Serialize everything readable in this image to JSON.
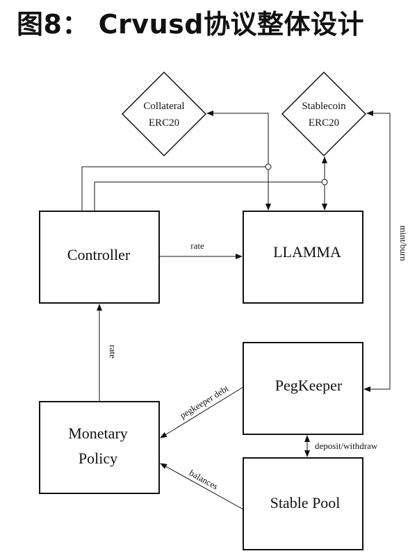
{
  "figure": {
    "title": "图8： Crvusd协议整体设计"
  },
  "nodes": {
    "collateral": {
      "line1": "Collateral",
      "line2": "ERC20"
    },
    "stablecoin": {
      "line1": "Stablecoin",
      "line2": "ERC20"
    },
    "controller": {
      "label": "Controller"
    },
    "llamma": {
      "label": "LLAMMA"
    },
    "pegkeeper": {
      "label": "PegKeeper"
    },
    "monetary_policy": {
      "line1": "Monetary",
      "line2": "Policy"
    },
    "stable_pool": {
      "label": "Stable Pool"
    }
  },
  "edges": {
    "controller_llamma": "rate",
    "policy_controller": "rate",
    "mint_burn": "mint/burn",
    "pegkeeper_debt": "pegkeeper debt",
    "deposit_withdraw": "deposit/withdraw",
    "balances": "balances"
  },
  "colors": {
    "stroke": "#111111",
    "background": "#ffffff"
  }
}
